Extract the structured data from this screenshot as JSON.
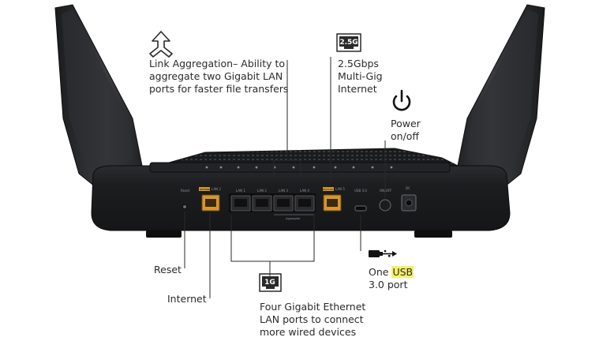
{
  "callouts": {
    "link_aggregation": {
      "line1": "Link Aggregation– Ability to",
      "line2": "aggregate two Gigabit LAN",
      "line3": "ports for faster file transfers"
    },
    "multigig": {
      "icon_text": "2.5G",
      "line1": "2.5Gbps",
      "line2": "Multi-Gig",
      "line3": "Internet"
    },
    "power": {
      "line1": "Power",
      "line2": "on/off"
    },
    "reset": {
      "label": "Reset"
    },
    "internet": {
      "label": "Internet"
    },
    "usb": {
      "line1_prefix": "One",
      "line1_highlight": "USB",
      "line2": "3.0 port"
    },
    "lan": {
      "icon_text": "1G",
      "line1": "Four Gigabit Ethernet",
      "line2": "LAN ports to connect",
      "line3": "more wired devices"
    }
  },
  "router_labels": {
    "reset": "Reset",
    "internet_tag": "INTERNET",
    "lan2": "LAN 2",
    "lan1": "LAN 1",
    "lan3": "LAN 3",
    "lan4": "LAN 4",
    "aggregate": "Aggregate",
    "multigig_tag": "MULTI-GIG",
    "lan5": "LAN 5",
    "usb_port": "USB 3.0",
    "power_button": "ON/OFF",
    "power_port": "DC"
  },
  "colors": {
    "router_body": "#1e1f21",
    "router_dark": "#111214",
    "antenna": "#2a2b2d",
    "port_orange": "#d8962e",
    "highlight": "#f3f06a",
    "text": "#2a2a2a"
  }
}
